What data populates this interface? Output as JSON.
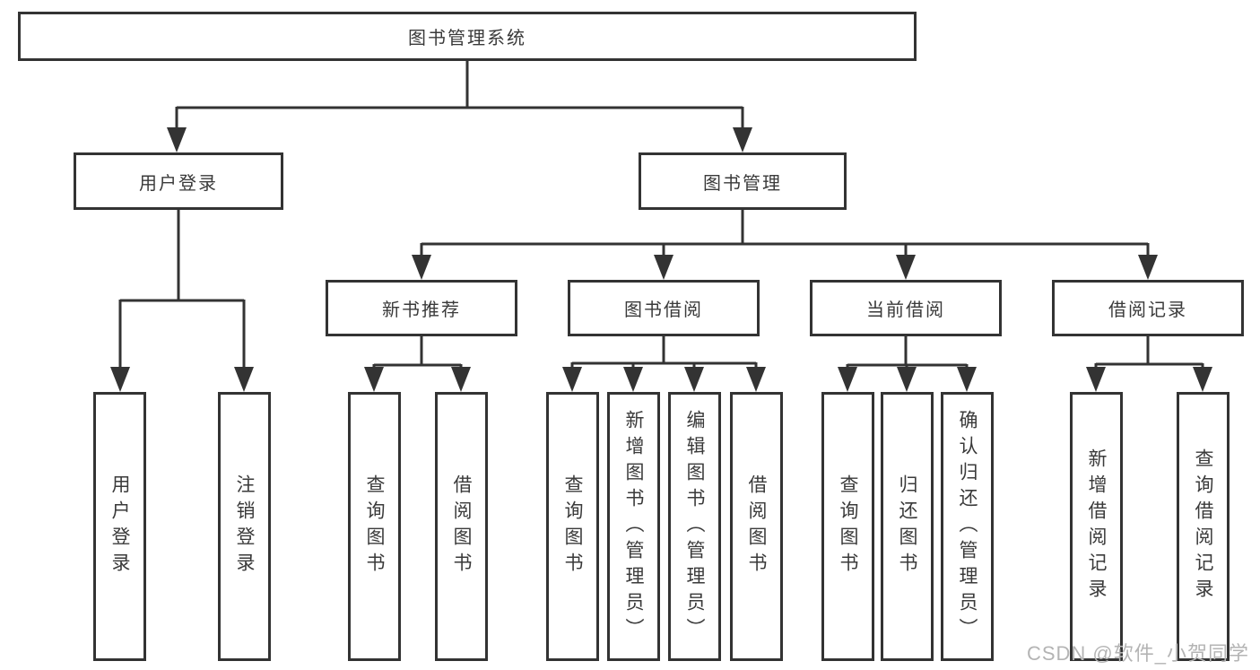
{
  "diagram": {
    "title": "图书管理系统",
    "tree": {
      "label": "图书管理系统",
      "children": [
        {
          "label": "用户登录",
          "children": [
            {
              "label": "用户登录"
            },
            {
              "label": "注销登录"
            }
          ]
        },
        {
          "label": "图书管理",
          "children": [
            {
              "label": "新书推荐",
              "children": [
                {
                  "label": "查询图书"
                },
                {
                  "label": "借阅图书"
                }
              ]
            },
            {
              "label": "图书借阅",
              "children": [
                {
                  "label": "查询图书"
                },
                {
                  "label": "新增图书（管理员）"
                },
                {
                  "label": "编辑图书（管理员）"
                },
                {
                  "label": "借阅图书"
                }
              ]
            },
            {
              "label": "当前借阅",
              "children": [
                {
                  "label": "查询图书"
                },
                {
                  "label": "归还图书"
                },
                {
                  "label": "确认归还（管理员）"
                }
              ]
            },
            {
              "label": "借阅记录",
              "children": [
                {
                  "label": "新增借阅记录"
                },
                {
                  "label": "查询借阅记录"
                }
              ]
            }
          ]
        }
      ]
    },
    "colors": {
      "line": "#333333",
      "box_border": "#333333",
      "text": "#3a3a3a",
      "watermark": "#b4b4b4",
      "background": "#ffffff"
    }
  },
  "watermark": {
    "text": "CSDN @软件_小贺同学"
  }
}
